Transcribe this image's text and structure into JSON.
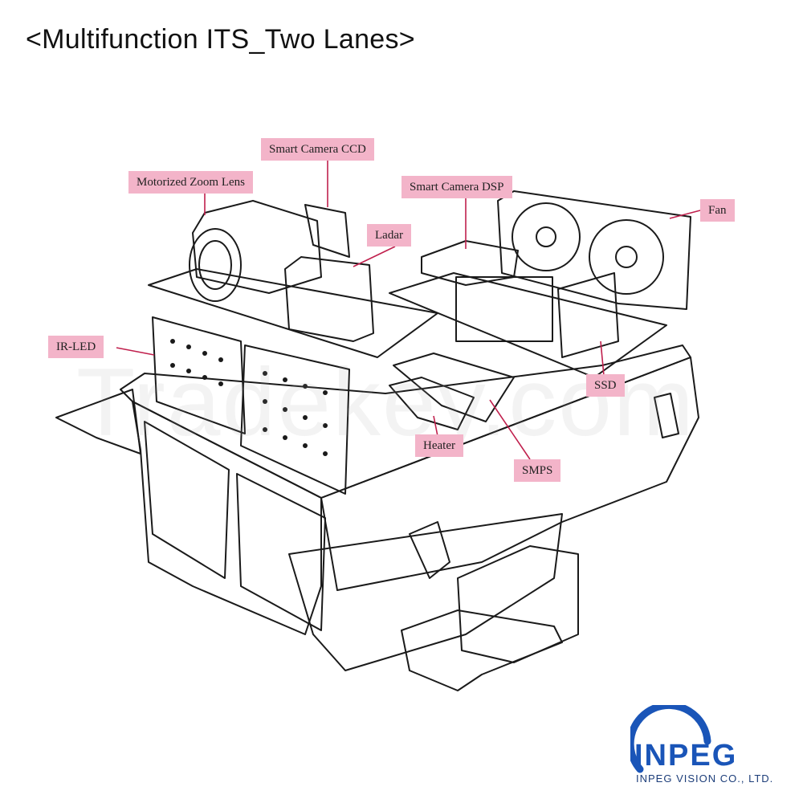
{
  "title": "<Multifunction ITS_Two Lanes>",
  "labels": {
    "smart_camera_ccd": "Smart Camera CCD",
    "motorized_zoom_lens": "Motorized Zoom Lens",
    "smart_camera_dsp": "Smart Camera DSP",
    "fan": "Fan",
    "ladar": "Ladar",
    "ir_led": "IR-LED",
    "ssd": "SSD",
    "heater": "Heater",
    "smps": "SMPS"
  },
  "watermark": "Tradekey.com",
  "logo": {
    "name": "INPEG",
    "company": "INPEG VISION CO., LTD."
  },
  "colors": {
    "callout_bg": "#f3b4c9",
    "line": "#c0204d",
    "logo_blue": "#1a55b8",
    "logo_navy": "#1c3d79"
  }
}
